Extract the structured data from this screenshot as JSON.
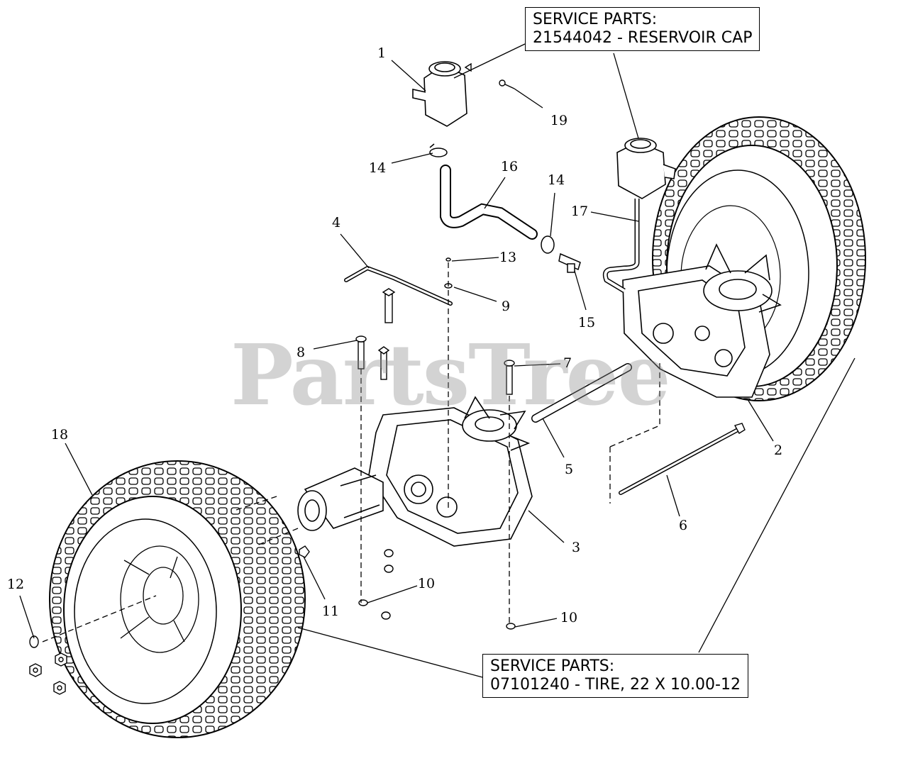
{
  "watermark": "PartsTree",
  "service_boxes": {
    "top": {
      "line1": "SERVICE PARTS:",
      "line2": "21544042 - RESERVOIR CAP"
    },
    "bottom": {
      "line1": "SERVICE PARTS:",
      "line2": "07101240 - TIRE, 22 X 10.00-12"
    }
  },
  "callouts": {
    "c1": "1",
    "c2": "2",
    "c3": "3",
    "c4": "4",
    "c5": "5",
    "c6": "6",
    "c7": "7",
    "c8": "8",
    "c9": "9",
    "c10a": "10",
    "c10b": "10",
    "c11": "11",
    "c12": "12",
    "c13": "13",
    "c14a": "14",
    "c14b": "14",
    "c15": "15",
    "c16": "16",
    "c17": "17",
    "c18": "18",
    "c19": "19"
  }
}
